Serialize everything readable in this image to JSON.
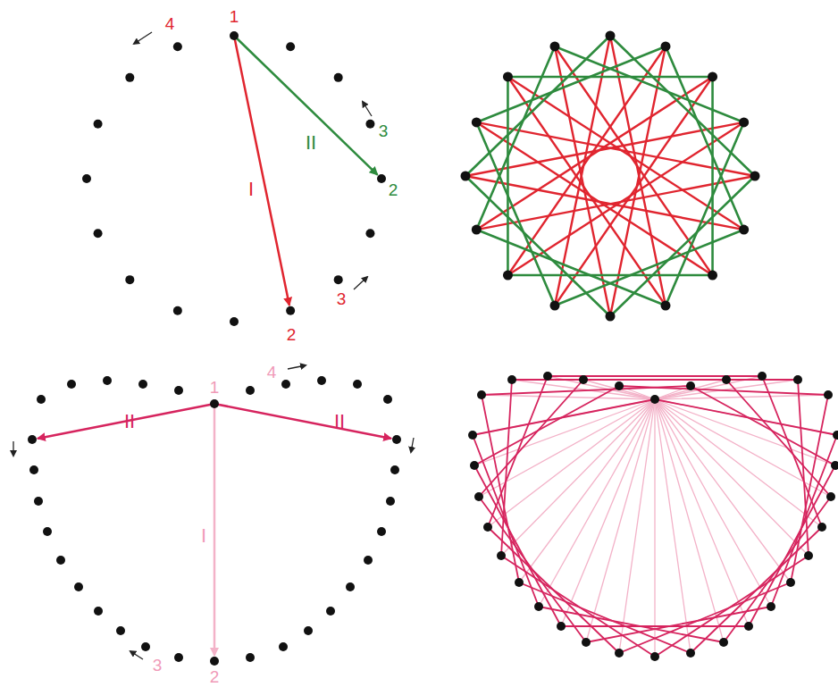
{
  "diagram": {
    "labels": [
      "4",
      "1",
      "II",
      "I",
      "3",
      "2",
      "2",
      "3",
      "1",
      "4",
      "II",
      "II",
      "I",
      "3",
      "2"
    ]
  }
}
